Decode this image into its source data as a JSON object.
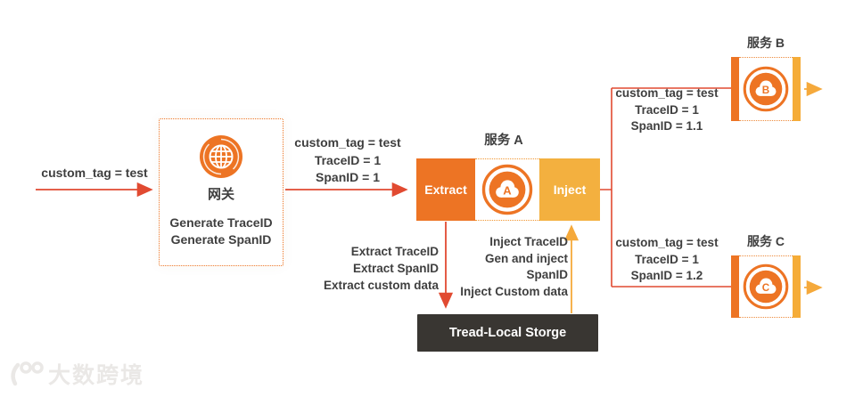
{
  "left": {
    "label": "custom_tag = test"
  },
  "gateway": {
    "title": "网关",
    "line1": "Generate TraceID",
    "line2": "Generate SpanID"
  },
  "flow_to_a": {
    "line1": "custom_tag = test",
    "line2": "TraceID = 1",
    "line3": "SpanID = 1"
  },
  "service_a": {
    "title": "服务 A",
    "extract": "Extract",
    "inject": "Inject",
    "letter": "A"
  },
  "extract_notes": {
    "line1": "Extract TraceID",
    "line2": "Extract SpanID",
    "line3": "Extract custom data"
  },
  "inject_notes": {
    "line1": "Inject TraceID",
    "line2": "Gen and inject",
    "line3": "SpanID",
    "line4": "Inject Custom data"
  },
  "storage": {
    "label": "Tread-Local Storge"
  },
  "service_b": {
    "title": "服务 B",
    "letter": "B",
    "line1": "custom_tag = test",
    "line2": "TraceID = 1",
    "line3": "SpanID = 1.1"
  },
  "service_c": {
    "title": "服务 C",
    "letter": "C",
    "line1": "custom_tag = test",
    "line2": "TraceID = 1",
    "line3": "SpanID = 1.2"
  },
  "watermark": {
    "text": "大数跨境"
  },
  "colors": {
    "orange": "#ED7424",
    "amber": "#F4AE3C",
    "red": "#E14A31",
    "text": "#3F3F3F",
    "storage_bg": "#393632",
    "dotted_border": "#ED7424",
    "watermark": "#EAE8E6"
  }
}
